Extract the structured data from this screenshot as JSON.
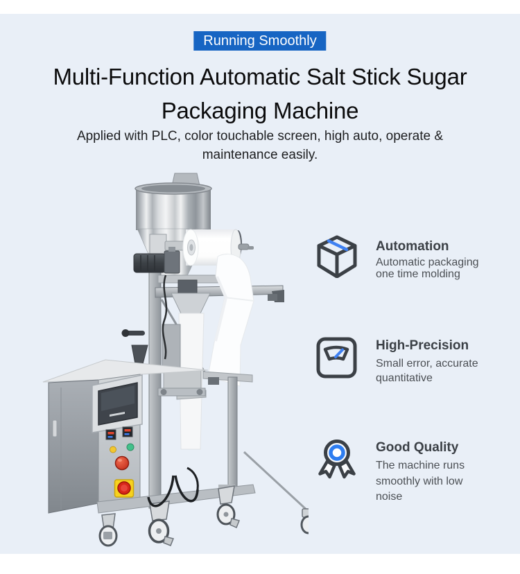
{
  "page": {
    "background": "#ffffff",
    "section_background": "#e9eff7"
  },
  "badge": {
    "label": "Running Smoothly",
    "background": "#1765c3",
    "text_color": "#ffffff"
  },
  "title": {
    "line1": "Multi-Function Automatic Salt Stick Sugar",
    "line2": "Packaging Machine"
  },
  "subtitle": {
    "line1": "Applied with PLC, color touchable screen, high auto, operate &",
    "line2": "maintenance easily."
  },
  "machine_image": {
    "icon": "packaging-machine-photo"
  },
  "features": [
    {
      "icon": "box-icon",
      "title": "Automation",
      "desc_lines": [
        "Automatic packaging",
        "one time molding"
      ]
    },
    {
      "icon": "scale-icon",
      "title": "High-Precision",
      "desc_lines": [
        "Small error, accurate",
        "quantitative"
      ]
    },
    {
      "icon": "medal-icon",
      "title": "Good Quality",
      "desc_lines": [
        "The machine runs",
        "smoothly with low",
        "noise"
      ]
    }
  ],
  "colors": {
    "icon_stroke": "#3b4046",
    "icon_accent": "#3e80f2",
    "feature_title": "#3b4046",
    "feature_desc": "#4b4f54"
  }
}
